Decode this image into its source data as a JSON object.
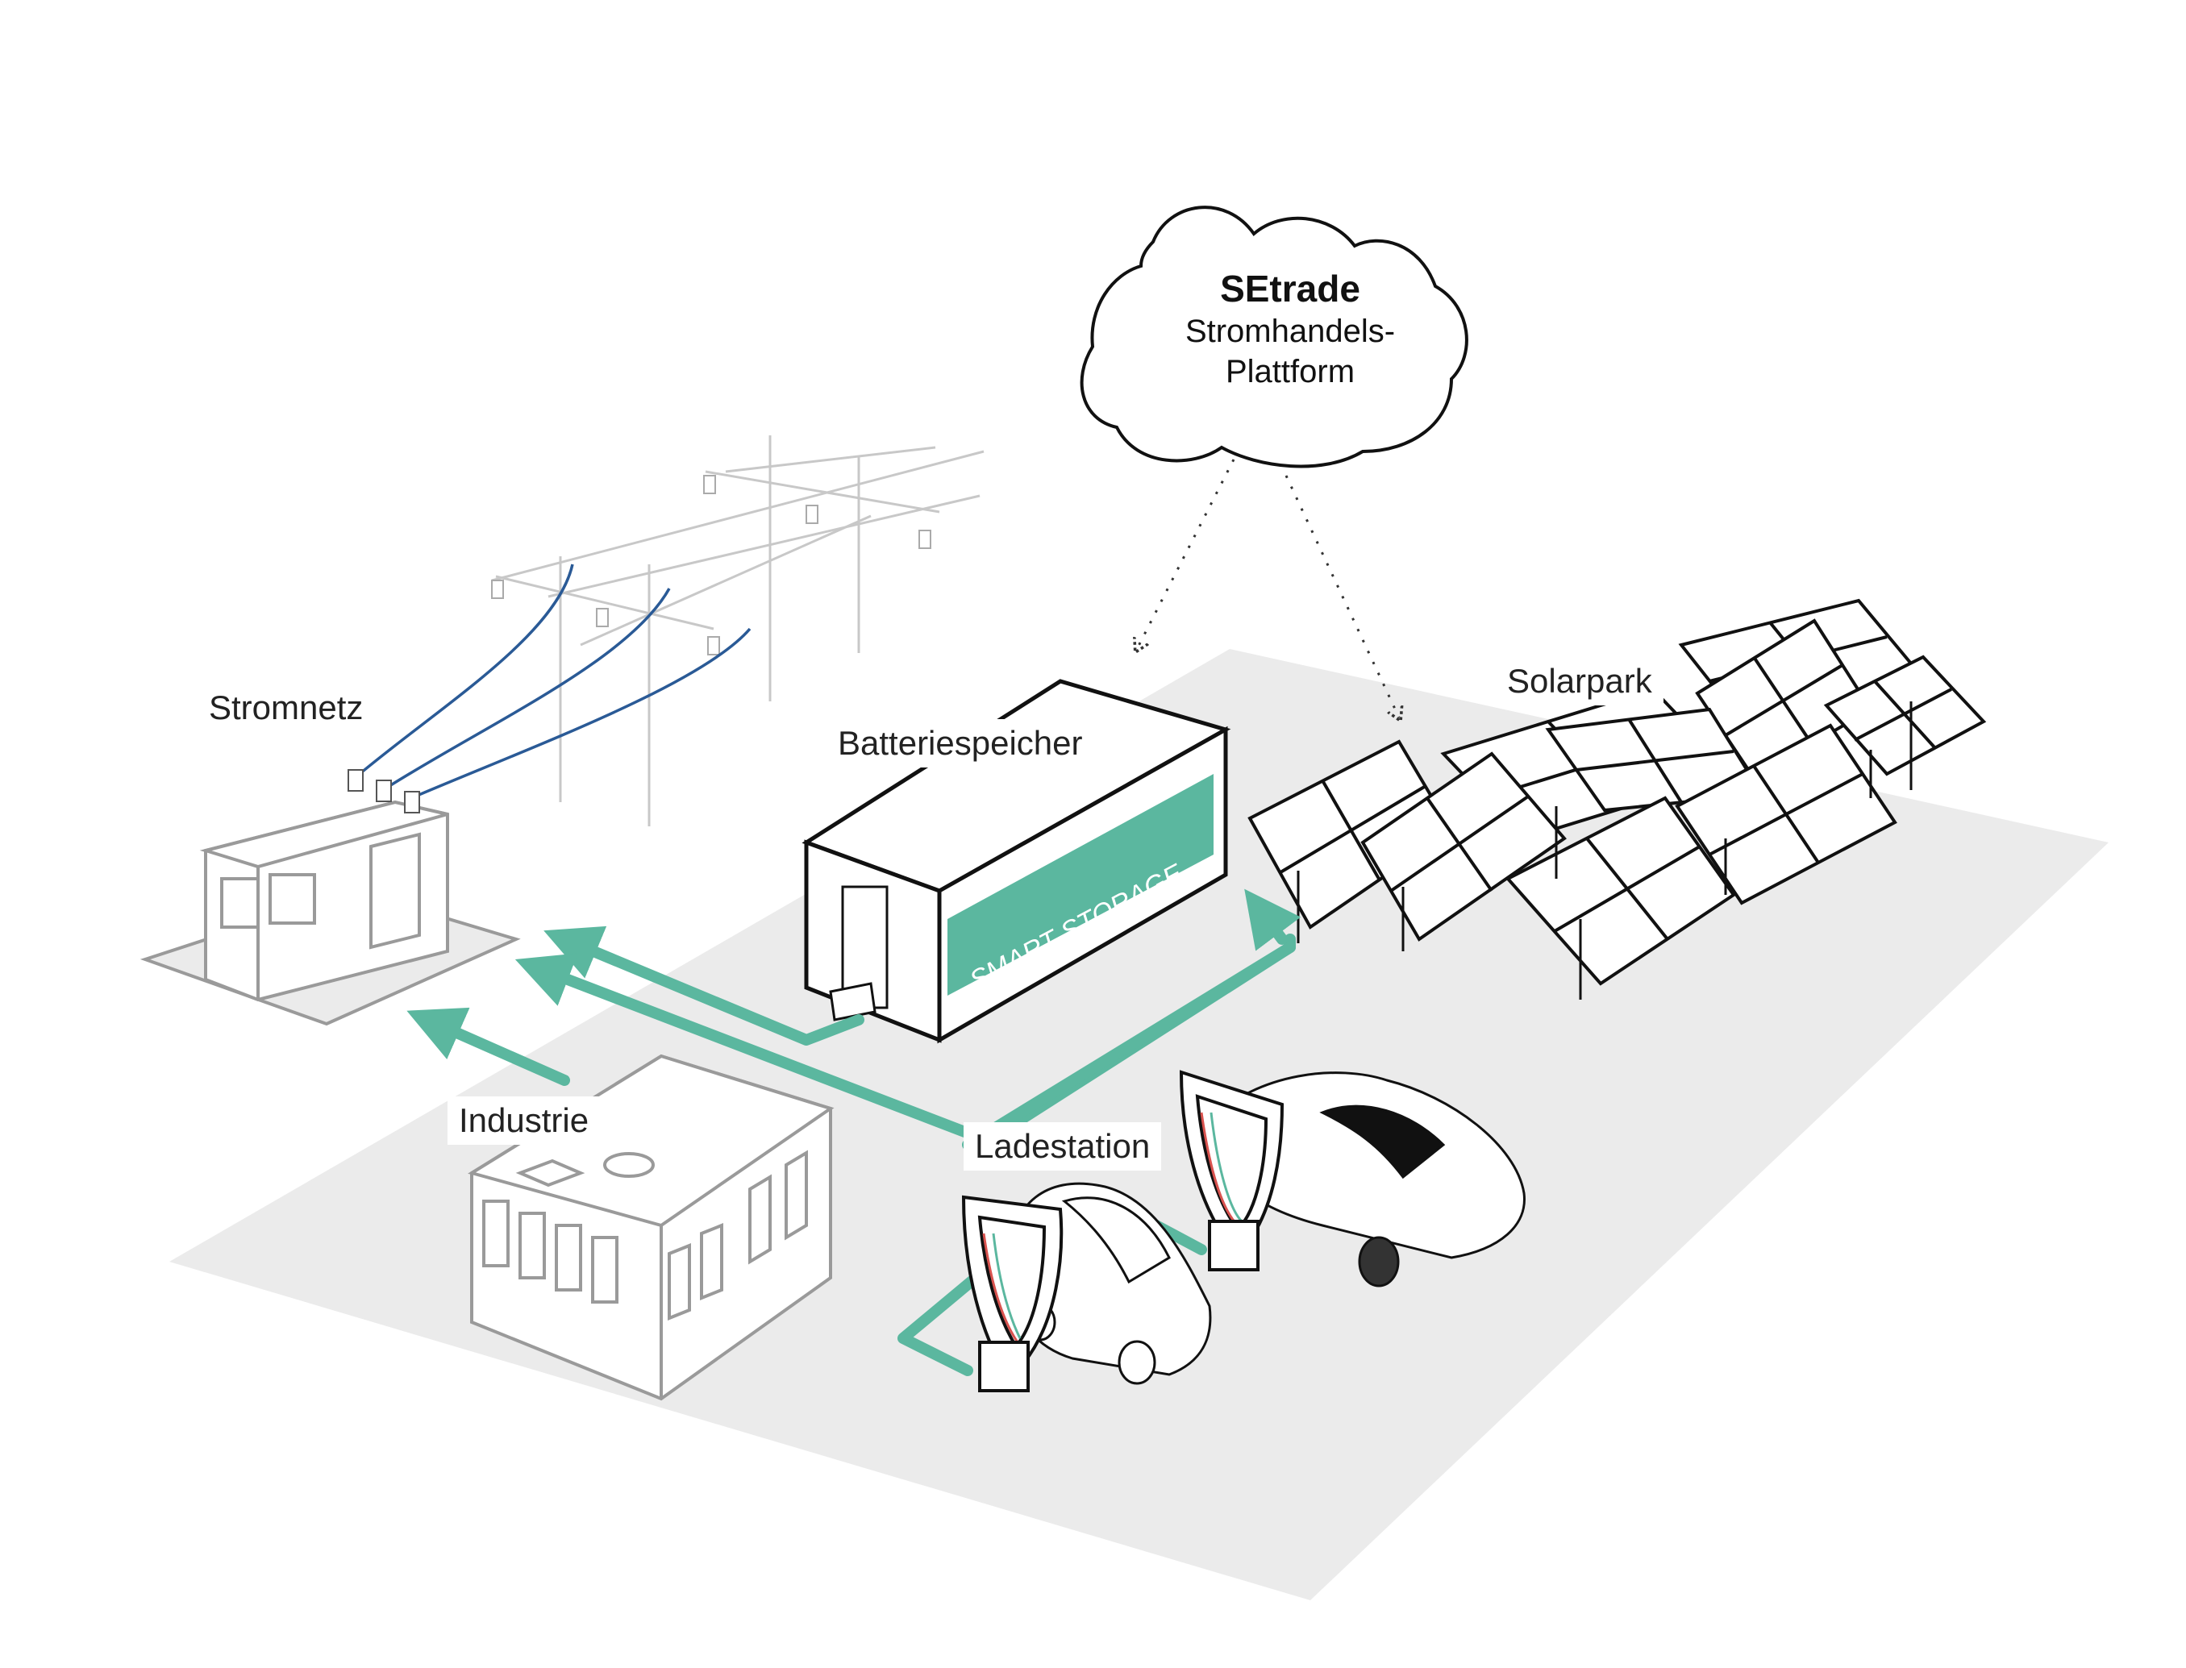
{
  "cloud": {
    "title": "SEtrade",
    "line1": "Stromhandels-",
    "line2": "Plattform"
  },
  "labels": {
    "stromnetz": "Stromnetz",
    "batteriespeicher": "Batteriespeicher",
    "solarpark": "Solarpark",
    "industrie": "Industrie",
    "ladestation": "Ladestation"
  },
  "container_text": "SMART STORAGE",
  "colors": {
    "accent": "#5bb79f",
    "ground": "#ebebeb",
    "grid_line": "#2a5a96",
    "outline": "#1a1a1a",
    "muted_outline": "#9a9a9a"
  }
}
